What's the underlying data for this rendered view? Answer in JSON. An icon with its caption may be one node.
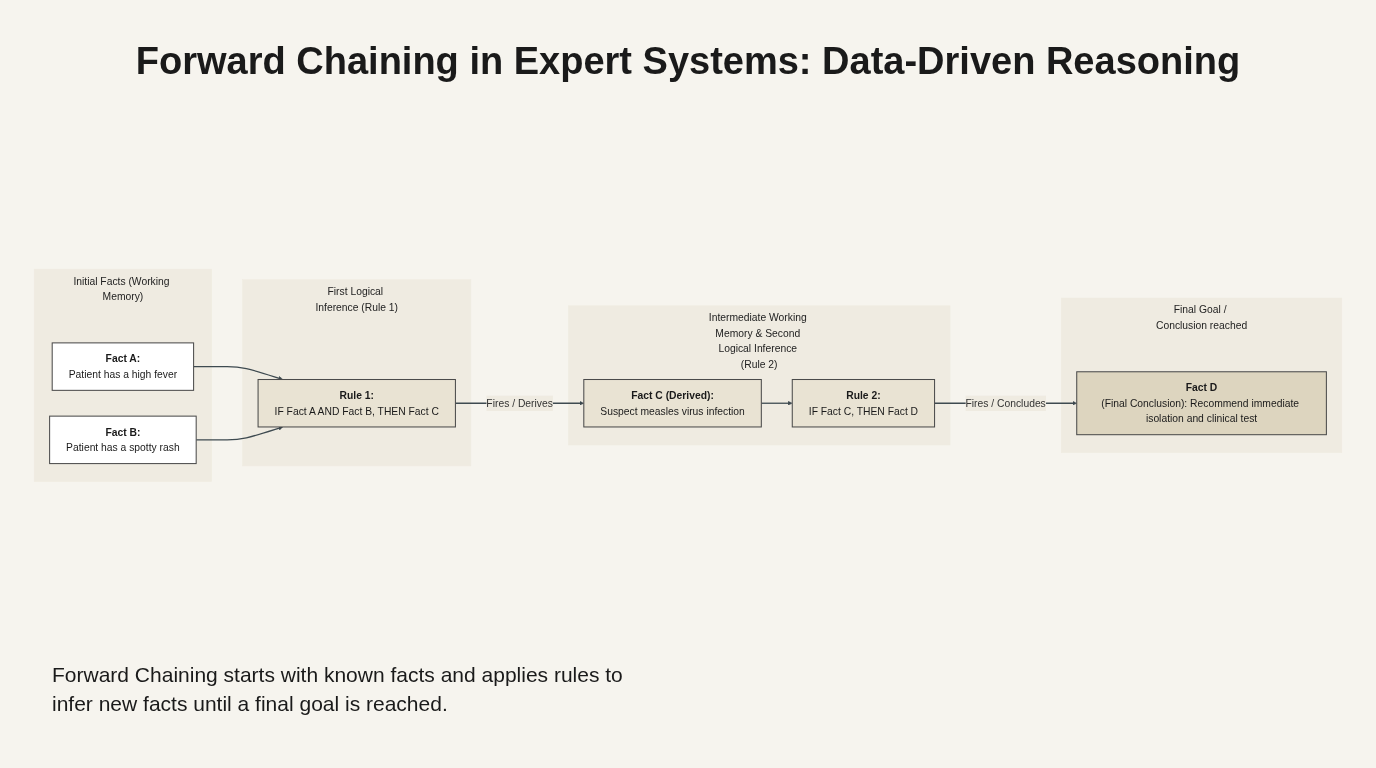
{
  "diagram": {
    "title": "Forward Chaining in Expert Systems: Data-Driven Reasoning",
    "nodes": [
      {
        "text": [
          "Initial Facts (Working Memory)"
        ]
      },
      {
        "text": [
          "Fact A:",
          "Patient has a high fever"
        ],
        "in": 0
      },
      {
        "text": [
          "Fact B:",
          "Patient has a spotty rash"
        ],
        "in": 0
      },
      {
        "text": [
          "First Logical Inference (Rule 1)"
        ]
      },
      {
        "text": [
          "Rule 1:",
          "IF Fact A AND Fact B, THEN Fact C"
        ],
        "in": 3
      },
      {
        "text": [
          "Intermediate Working Memory & Second Logical Inference (Rule 2)"
        ]
      },
      {
        "text": [
          "Fact C (Derived):",
          "Suspect measles virus infection"
        ],
        "in": 5
      },
      {
        "text": [
          "Rule 2:",
          "IF Fact C, THEN Fact D"
        ],
        "in": 5
      },
      {
        "text": [
          "Final Goal / Conclusion reached"
        ]
      },
      {
        "text": [
          "Fact D",
          "(Final Conclusion): Recommend immediate isolation and clinical test"
        ],
        "in": 8
      }
    ],
    "edges": [
      {
        "from": 1,
        "to": 4,
        "arrow": "to"
      },
      {
        "from": 2,
        "to": 4,
        "arrow": "to"
      },
      {
        "from": 4,
        "to": 6,
        "arrow": "to",
        "label": "Fires / Derives"
      },
      {
        "from": 6,
        "to": 7,
        "arrow": "to"
      },
      {
        "from": 7,
        "to": 9,
        "arrow": "to",
        "label": "Fires / Concludes"
      }
    ],
    "caption": "Forward Chaining starts with known facts and applies rules to infer new facts until a final goal is reached."
  }
}
